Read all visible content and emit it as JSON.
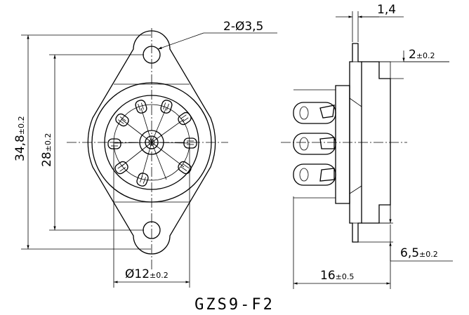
{
  "diagram": {
    "title": "GZS9-F2",
    "front_view": {
      "mount_hole_label": "2-Ø3,5",
      "overall_height": "34,8",
      "overall_height_tol": "±0.2",
      "hole_spacing": "28",
      "hole_spacing_tol": "±0.2",
      "body_diameter": "Ø12",
      "body_diameter_tol": "±0.2"
    },
    "side_view": {
      "plate_thickness": "1,4",
      "offset": "2",
      "offset_tol": "±0.2",
      "pin_length": "6,5",
      "pin_length_tol": "±0.2",
      "overall_depth": "16",
      "overall_depth_tol": "±0.5"
    }
  }
}
